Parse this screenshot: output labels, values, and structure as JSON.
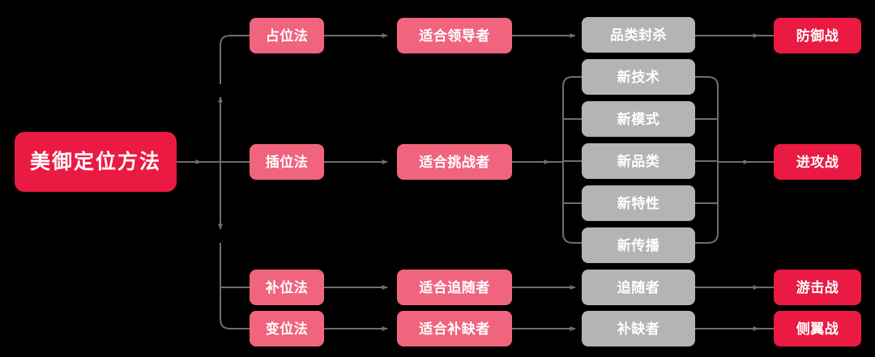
{
  "diagram": {
    "title": "美御定位方法",
    "background": "#000000",
    "colors": {
      "red": "#EA1A42",
      "pink": "#F0647E",
      "gray": "#B4B4B4",
      "wire": "#6E6E6E",
      "text": "#FFFFFF"
    },
    "root": {
      "label": "美御定位方法",
      "style": "red"
    },
    "columns": [
      {
        "name": "method-column"
      },
      {
        "name": "audience-column"
      },
      {
        "name": "tactic-column"
      },
      {
        "name": "warfare-column"
      }
    ],
    "branches": [
      {
        "name": "leader-branch",
        "method": "占位法",
        "audience": "适合领导者",
        "tactics": [
          "品类封杀"
        ],
        "warfare": "防御战"
      },
      {
        "name": "challenger-branch",
        "method": "插位法",
        "audience": "适合挑战者",
        "tactics": [
          "新技术",
          "新模式",
          "新品类",
          "新特性",
          "新传播"
        ],
        "warfare": "进攻战"
      },
      {
        "name": "follower-branch",
        "method": "补位法",
        "audience": "适合追随者",
        "tactics": [
          "追随者"
        ],
        "warfare": "游击战"
      },
      {
        "name": "nicher-branch",
        "method": "变位法",
        "audience": "适合补缺者",
        "tactics": [
          "补缺者"
        ],
        "warfare": "侧翼战"
      }
    ],
    "nodes": {
      "method_1": "占位法",
      "method_2": "插位法",
      "method_3": "补位法",
      "method_4": "变位法",
      "audience_1": "适合领导者",
      "audience_2": "适合挑战者",
      "audience_3": "适合追随者",
      "audience_4": "适合补缺者",
      "tactic_1": "品类封杀",
      "tactic_2a": "新技术",
      "tactic_2b": "新模式",
      "tactic_2c": "新品类",
      "tactic_2d": "新特性",
      "tactic_2e": "新传播",
      "tactic_3": "追随者",
      "tactic_4": "补缺者",
      "warfare_1": "防御战",
      "warfare_2": "进攻战",
      "warfare_3": "游击战",
      "warfare_4": "侧翼战"
    }
  }
}
